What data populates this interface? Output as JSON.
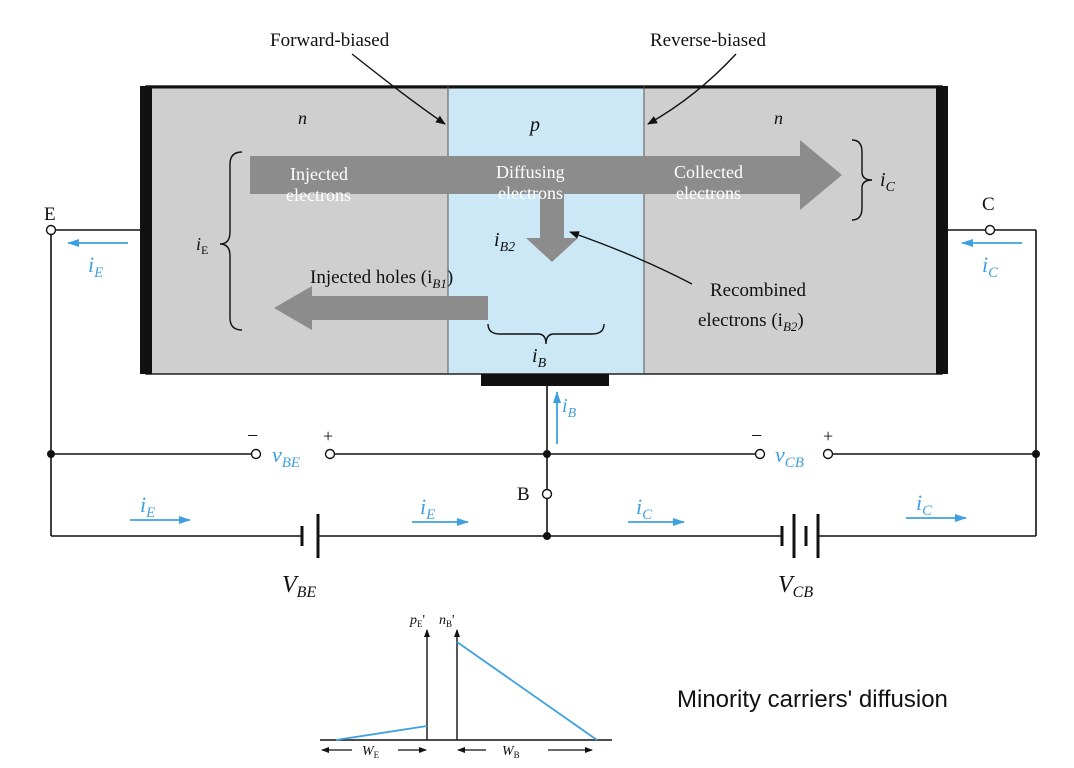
{
  "colors": {
    "n_region": "#cfcfcf",
    "p_region": "#cce8f6",
    "arrow_fill": "#8c8c8c",
    "current_blue": "#3ea0e0"
  },
  "labels": {
    "forward_biased": "Forward-biased",
    "reverse_biased": "Reverse-biased",
    "n_left": "n",
    "p_mid": "p",
    "n_right": "n",
    "injected_electrons_1": "Injected",
    "injected_electrons_2": "electrons",
    "diffusing_electrons_1": "Diffusing",
    "diffusing_electrons_2": "electrons",
    "collected_electrons_1": "Collected",
    "collected_electrons_2": "electrons",
    "injected_holes": "Injected holes (i",
    "injected_holes_sub": "B1",
    "injected_holes_close": ")",
    "recombined_1": "Recombined",
    "recombined_2": "electrons (i",
    "recombined_sub": "B2",
    "recombined_close": ")",
    "iB2_main": "i",
    "iB2_sub": "B2",
    "iE_brace": "i",
    "iE_brace_sub": "E",
    "iC_brace": "i",
    "iC_brace_sub": "C",
    "iB_brace": "i",
    "iB_brace_sub": "B",
    "terminal_E": "E",
    "terminal_C": "C",
    "terminal_B": "B",
    "iE_left": "i",
    "iE_left_sub": "E",
    "iC_right": "i",
    "iC_right_sub": "C",
    "iB_up": "i",
    "iB_up_sub": "B",
    "vBE_minus": "−",
    "vBE_plus": "+",
    "vBE": "v",
    "vBE_sub": "BE",
    "vCB_minus": "−",
    "vCB_plus": "+",
    "vCB": "v",
    "vCB_sub": "CB",
    "loop_iE_1": "i",
    "loop_iE_1_sub": "E",
    "loop_iE_2": "i",
    "loop_iE_2_sub": "E",
    "loop_iC_1": "i",
    "loop_iC_1_sub": "C",
    "loop_iC_2": "i",
    "loop_iC_2_sub": "C",
    "VBE": "V",
    "VBE_sub": "BE",
    "VCB": "V",
    "VCB_sub": "CB",
    "pE": "p",
    "pE_sub": "E",
    "pE_prime": "'",
    "nB": "n",
    "nB_sub": "B",
    "nB_prime": "'",
    "WE": "W",
    "WE_sub": "E",
    "WB": "W",
    "WB_sub": "B",
    "caption": "Minority carriers' diffusion"
  }
}
